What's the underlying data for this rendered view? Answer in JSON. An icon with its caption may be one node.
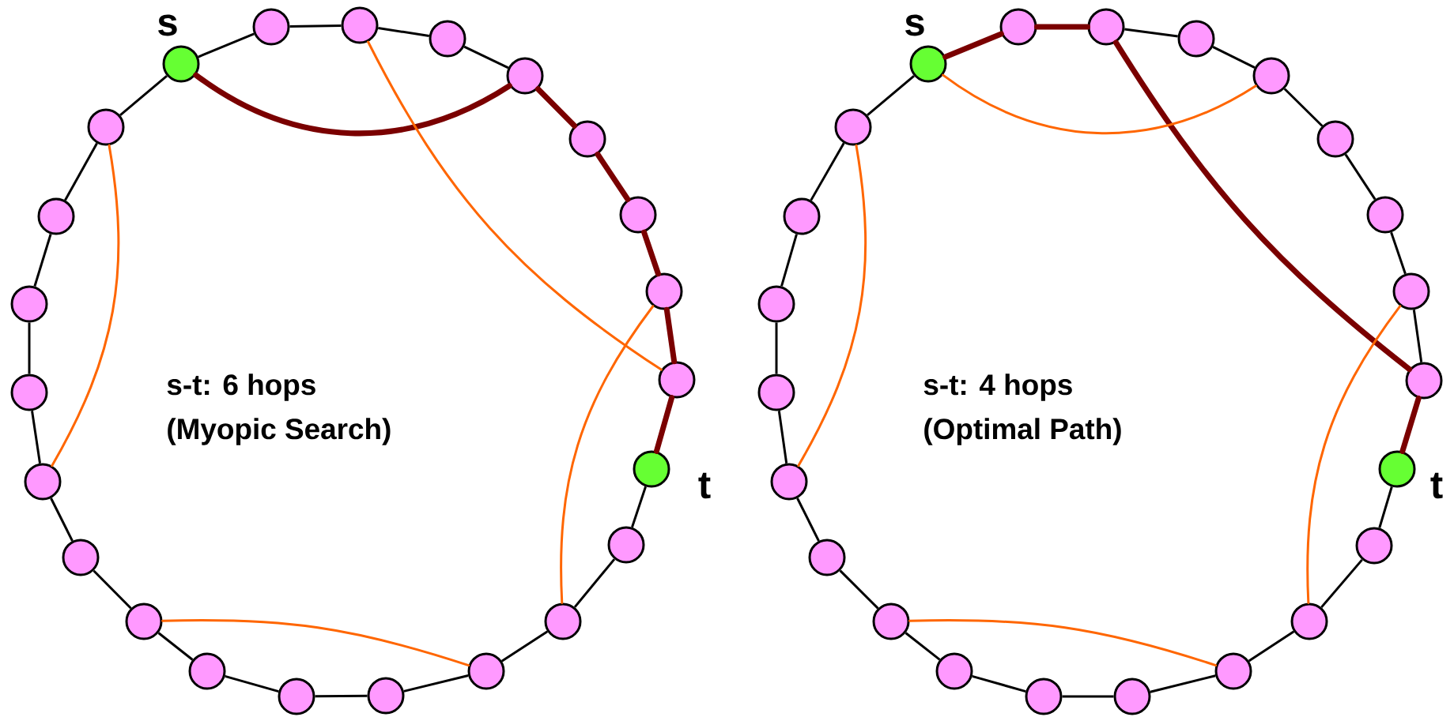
{
  "diagram": {
    "nodes": [
      {
        "text": [],
        "shape": "circle",
        "beside": [
          "s"
        ]
      },
      {
        "text": [],
        "shape": "circle"
      },
      {
        "text": [],
        "shape": "circle"
      },
      {
        "text": [],
        "shape": "circle"
      },
      {
        "text": [],
        "shape": "circle"
      },
      {
        "text": [],
        "shape": "circle"
      },
      {
        "text": [],
        "shape": "circle"
      },
      {
        "text": [],
        "shape": "circle"
      },
      {
        "text": [],
        "shape": "circle"
      },
      {
        "text": [],
        "shape": "circle",
        "beside": [
          "t"
        ]
      },
      {
        "text": [],
        "shape": "circle"
      },
      {
        "text": [],
        "shape": "circle"
      },
      {
        "text": [],
        "shape": "circle"
      },
      {
        "text": [],
        "shape": "circle"
      },
      {
        "text": [],
        "shape": "circle"
      },
      {
        "text": [],
        "shape": "circle"
      },
      {
        "text": [],
        "shape": "circle"
      },
      {
        "text": [],
        "shape": "circle"
      },
      {
        "text": [],
        "shape": "circle"
      },
      {
        "text": [],
        "shape": "circle"
      },
      {
        "text": [],
        "shape": "circle"
      },
      {
        "text": [],
        "shape": "circle"
      },
      {
        "text": [],
        "shape": "circle"
      },
      {
        "text": [],
        "shape": "circle",
        "beside": [
          "s"
        ]
      },
      {
        "text": [],
        "shape": "circle"
      },
      {
        "text": [],
        "shape": "circle"
      },
      {
        "text": [],
        "shape": "circle"
      },
      {
        "text": [],
        "shape": "circle"
      },
      {
        "text": [],
        "shape": "circle"
      },
      {
        "text": [],
        "shape": "circle"
      },
      {
        "text": [],
        "shape": "circle"
      },
      {
        "text": [],
        "shape": "circle"
      },
      {
        "text": [],
        "shape": "circle",
        "beside": [
          "t"
        ]
      },
      {
        "text": [],
        "shape": "circle"
      },
      {
        "text": [],
        "shape": "circle"
      },
      {
        "text": [],
        "shape": "circle"
      },
      {
        "text": [],
        "shape": "circle"
      },
      {
        "text": [],
        "shape": "circle"
      },
      {
        "text": [],
        "shape": "circle"
      },
      {
        "text": [],
        "shape": "circle"
      },
      {
        "text": [],
        "shape": "circle"
      },
      {
        "text": [],
        "shape": "circle"
      },
      {
        "text": [],
        "shape": "circle"
      },
      {
        "text": [],
        "shape": "circle"
      },
      {
        "text": [],
        "shape": "circle"
      },
      {
        "text": [],
        "shape": "circle"
      }
    ],
    "edges": [
      {
        "from": 0,
        "to": 1,
        "arrow": "none"
      },
      {
        "from": 1,
        "to": 2,
        "arrow": "none"
      },
      {
        "from": 2,
        "to": 3,
        "arrow": "none"
      },
      {
        "from": 3,
        "to": 4,
        "arrow": "none"
      },
      {
        "from": 4,
        "to": 5,
        "arrow": "none",
        "style": "thick",
        "color": "#7a0000"
      },
      {
        "from": 5,
        "to": 6,
        "arrow": "none",
        "style": "thick",
        "color": "#7a0000"
      },
      {
        "from": 6,
        "to": 7,
        "arrow": "none",
        "style": "thick",
        "color": "#7a0000"
      },
      {
        "from": 7,
        "to": 8,
        "arrow": "none",
        "style": "thick",
        "color": "#7a0000"
      },
      {
        "from": 8,
        "to": 9,
        "arrow": "none",
        "style": "thick",
        "color": "#7a0000"
      },
      {
        "from": 9,
        "to": 10,
        "arrow": "none"
      },
      {
        "from": 10,
        "to": 11,
        "arrow": "none"
      },
      {
        "from": 11,
        "to": 12,
        "arrow": "none"
      },
      {
        "from": 12,
        "to": 13,
        "arrow": "none"
      },
      {
        "from": 13,
        "to": 14,
        "arrow": "none"
      },
      {
        "from": 14,
        "to": 15,
        "arrow": "none"
      },
      {
        "from": 15,
        "to": 16,
        "arrow": "none"
      },
      {
        "from": 16,
        "to": 17,
        "arrow": "none"
      },
      {
        "from": 17,
        "to": 18,
        "arrow": "none"
      },
      {
        "from": 18,
        "to": 19,
        "arrow": "none"
      },
      {
        "from": 19,
        "to": 20,
        "arrow": "none"
      },
      {
        "from": 20,
        "to": 21,
        "arrow": "none"
      },
      {
        "from": 21,
        "to": 22,
        "arrow": "none"
      },
      {
        "from": 22,
        "to": 0,
        "arrow": "none"
      },
      {
        "from": 0,
        "to": 4,
        "arrow": "none",
        "style": "thick",
        "color": "#7a0000"
      },
      {
        "from": 2,
        "to": 8,
        "arrow": "none",
        "color": "#ff6600"
      },
      {
        "from": 22,
        "to": 18,
        "arrow": "none",
        "color": "#ff6600"
      },
      {
        "from": 16,
        "to": 12,
        "arrow": "none",
        "color": "#ff6600"
      },
      {
        "from": 7,
        "to": 11,
        "arrow": "none",
        "color": "#ff6600"
      },
      {
        "from": 23,
        "to": 24,
        "arrow": "none",
        "style": "thick",
        "color": "#7a0000"
      },
      {
        "from": 24,
        "to": 25,
        "arrow": "none",
        "style": "thick",
        "color": "#7a0000"
      },
      {
        "from": 25,
        "to": 26,
        "arrow": "none"
      },
      {
        "from": 26,
        "to": 27,
        "arrow": "none"
      },
      {
        "from": 27,
        "to": 28,
        "arrow": "none"
      },
      {
        "from": 28,
        "to": 29,
        "arrow": "none"
      },
      {
        "from": 29,
        "to": 30,
        "arrow": "none"
      },
      {
        "from": 30,
        "to": 31,
        "arrow": "none"
      },
      {
        "from": 31,
        "to": 32,
        "arrow": "none",
        "style": "thick",
        "color": "#7a0000"
      },
      {
        "from": 32,
        "to": 33,
        "arrow": "none"
      },
      {
        "from": 33,
        "to": 34,
        "arrow": "none"
      },
      {
        "from": 34,
        "to": 35,
        "arrow": "none"
      },
      {
        "from": 35,
        "to": 36,
        "arrow": "none"
      },
      {
        "from": 36,
        "to": 37,
        "arrow": "none"
      },
      {
        "from": 37,
        "to": 38,
        "arrow": "none"
      },
      {
        "from": 38,
        "to": 39,
        "arrow": "none"
      },
      {
        "from": 39,
        "to": 40,
        "arrow": "none"
      },
      {
        "from": 40,
        "to": 41,
        "arrow": "none"
      },
      {
        "from": 41,
        "to": 42,
        "arrow": "none"
      },
      {
        "from": 42,
        "to": 43,
        "arrow": "none"
      },
      {
        "from": 43,
        "to": 44,
        "arrow": "none"
      },
      {
        "from": 44,
        "to": 45,
        "arrow": "none"
      },
      {
        "from": 45,
        "to": 23,
        "arrow": "none"
      },
      {
        "from": 25,
        "to": 31,
        "arrow": "none",
        "style": "thick",
        "color": "#7a0000"
      },
      {
        "from": 23,
        "to": 27,
        "arrow": "none",
        "color": "#ff6600"
      },
      {
        "from": 45,
        "to": 41,
        "arrow": "none",
        "color": "#ff6600"
      },
      {
        "from": 39,
        "to": 35,
        "arrow": "none",
        "color": "#ff6600"
      },
      {
        "from": 30,
        "to": 34,
        "arrow": "none",
        "color": "#ff6600"
      }
    ],
    "labels": [
      "s-t: 6 hops",
      "(Myopic Search)",
      "s-t: 4 hops",
      "(Optimal Path)"
    ]
  }
}
